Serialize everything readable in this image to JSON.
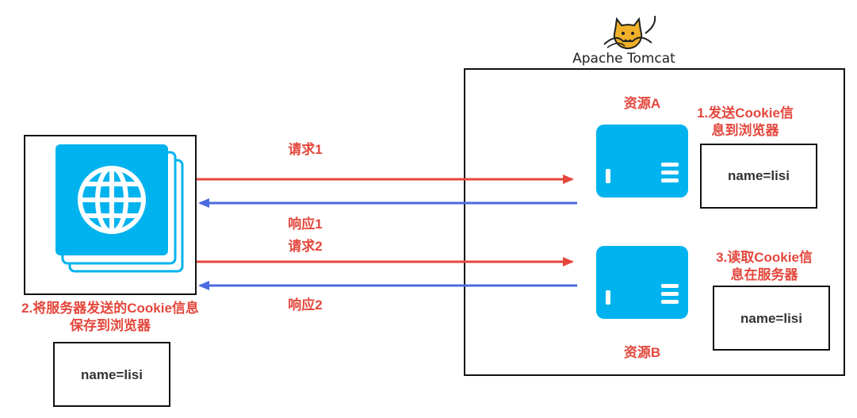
{
  "colors": {
    "request": "#e4473c",
    "response": "#4a6ae0",
    "accent": "#00b3ef",
    "text_red": "#e4473c"
  },
  "tomcat": {
    "brand_label": "Apache Tomcat"
  },
  "resources": {
    "a_label": "资源A",
    "b_label": "资源B"
  },
  "steps": {
    "step1_line1": "1.发送Cookie信",
    "step1_line2": "息到浏览器",
    "step2_line1": "2.将服务器发送的Cookie信息",
    "step2_line2": "保存到浏览器",
    "step3_line1": "3.读取Cookie信",
    "step3_line2": "息在服务器"
  },
  "arrows": {
    "req1": "请求1",
    "resp1": "响应1",
    "req2": "请求2",
    "resp2": "响应2"
  },
  "cookie_boxes": {
    "server_a": "name=lisi",
    "server_b": "name=lisi",
    "browser": "name=lisi"
  },
  "icons": {
    "browser": "globe-icon",
    "server_a": "server-icon",
    "server_b": "server-icon",
    "tomcat": "tomcat-logo-icon"
  }
}
